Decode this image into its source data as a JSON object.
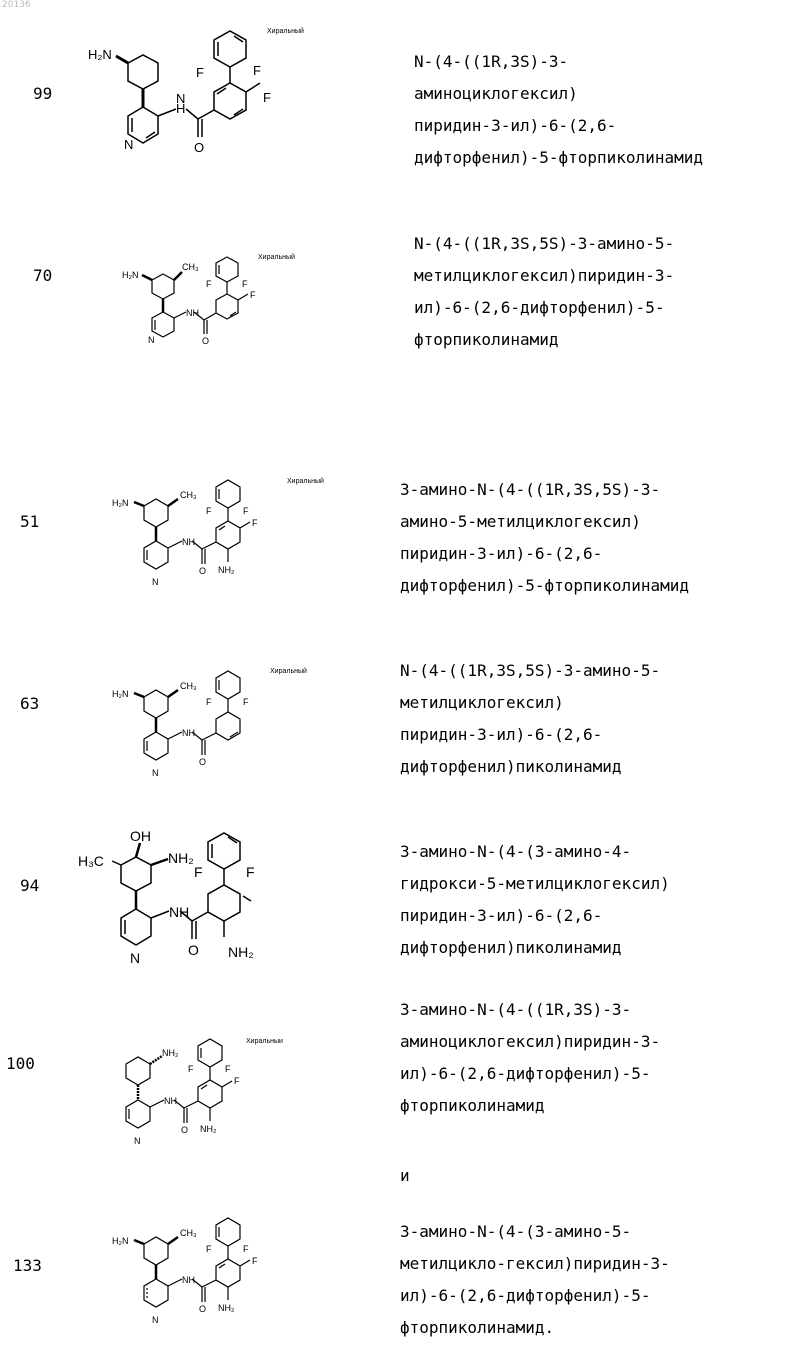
{
  "page_id": "20136",
  "chiral_label": "Хиральный",
  "chiral_label_alt": "Хиральныи",
  "and_word": "и",
  "entries": [
    {
      "number": "99",
      "name_lines": [
        "N-(4-((1R,3S)-3-",
        "аминоциклогексил)",
        "пиридин-3-ил)-6-(2,6-",
        "дифторфенил)-5-фторпиколинамид"
      ]
    },
    {
      "number": "70",
      "name_lines": [
        "N-(4-((1R,3S,5S)-3-амино-5-",
        "метилциклогексил)пиридин-3-",
        "ил)-6-(2,6-дифторфенил)-5-",
        "фторпиколинамид"
      ]
    },
    {
      "number": "51",
      "name_lines": [
        "3-амино-N-(4-((1R,3S,5S)-3-",
        "амино-5-метилциклогексил)",
        "пиридин-3-ил)-6-(2,6-",
        "дифторфенил)-5-фторпиколинамид"
      ]
    },
    {
      "number": "63",
      "name_lines": [
        "N-(4-((1R,3S,5S)-3-амино-5-",
        "метилциклогексил)",
        "пиридин-3-ил)-6-(2,6-",
        "дифторфенил)пиколинамид"
      ]
    },
    {
      "number": "94",
      "name_lines": [
        "3-амино-N-(4-(3-амино-4-",
        "гидрокси-5-метилциклогексил)",
        "пиридин-3-ил)-6-(2,6-",
        "дифторфенил)пиколинамид"
      ]
    },
    {
      "number": "100",
      "name_lines": [
        "3-амино-N-(4-((1R,3S)-3-",
        "аминоциклогексил)пиридин-3-",
        "ил)-6-(2,6-дифторфенил)-5-",
        "фторпиколинамид"
      ]
    },
    {
      "number": "133",
      "name_lines": [
        "3-амино-N-(4-(3-амино-5-",
        "метилцикло-гексил)пиридин-3-",
        "ил)-6-(2,6-дифторфенил)-5-",
        "фторпиколинамид."
      ]
    }
  ],
  "atom_labels": {
    "h2n": "H₂N",
    "nh2": "NH₂",
    "nh": "NH",
    "h": "H",
    "n": "N",
    "o": "O",
    "f": "F",
    "ch3": "CH₃",
    "h3c": "H₃C",
    "oh": "OH"
  }
}
